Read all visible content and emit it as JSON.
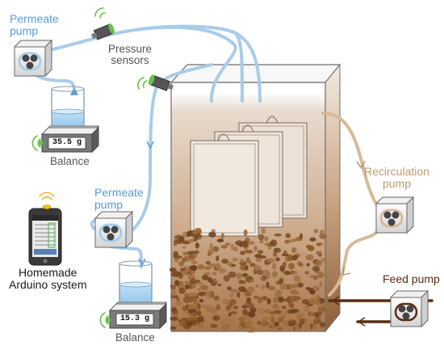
{
  "labels": {
    "permeate_pump_top": [
      "Permeate",
      "pump"
    ],
    "pressure_sensors": [
      "Pressure",
      "sensors"
    ],
    "balance_top": "Balance",
    "permeate_pump_bottom": [
      "Permeate",
      "pump"
    ],
    "homemade_arduino": [
      "Homemade",
      "Arduino system"
    ],
    "balance_bottom": "Balance",
    "recirculation_pump": [
      "Recirculation",
      "pump"
    ],
    "feed_pump": "Feed pump"
  },
  "balance_readouts": {
    "top": "35.5 g",
    "bottom": "15.3 g"
  },
  "colors": {
    "permeate_tubing": "#a9cce8",
    "recirculation_tubing": "#d7b99a",
    "feed_tubing": "#5a2c14",
    "sensor_green": "#66c24a",
    "sludge_brown": "#8b5a2b",
    "tank_liquid": "#c9a88a"
  },
  "icons": [
    "pump-icon",
    "pressure-sensor-icon",
    "balance-icon",
    "beaker-icon",
    "wireless-signal-icon",
    "smartphone-icon",
    "membrane-module-icon"
  ]
}
